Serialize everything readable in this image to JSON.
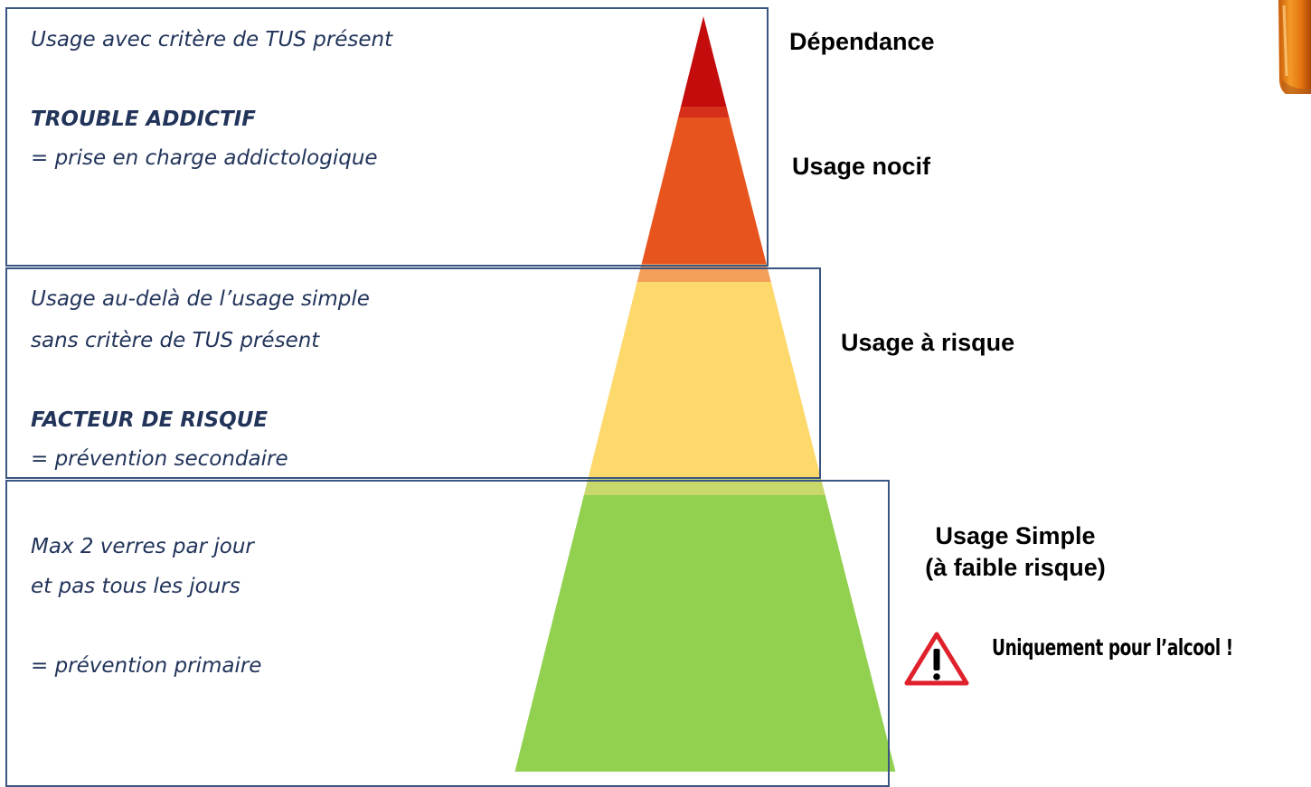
{
  "top_box": {
    "line1": "Usage avec critère de TUS présent",
    "heading": "TROUBLE ADDICTIF",
    "line2": "= prise en charge addictologique"
  },
  "middle_box": {
    "line1": "Usage au-delà de l’usage simple",
    "line2": "sans critère de TUS présent",
    "heading": "FACTEUR DE RISQUE",
    "line3": "= prévention secondaire"
  },
  "bottom_box": {
    "line1": "Max 2 verres par jour",
    "line2": "et pas tous les jours",
    "line3": "= prévention primaire"
  },
  "levels": {
    "dependance": "Dépendance",
    "nocif": "Usage nocif",
    "risque": "Usage à risque",
    "simple_line1": "Usage Simple",
    "simple_line2": "(à faible risque)"
  },
  "warning": {
    "icon": "warning-triangle-icon",
    "text": "Uniquement pour l’alcool !"
  },
  "colors": {
    "box_border": "#3a5582",
    "text_dark_blue": "#22345a",
    "pyramid_top": "#c40c0c",
    "pyramid_orange": "#e8541e",
    "pyramid_yellow": "#fdd86a",
    "pyramid_green": "#92d050"
  }
}
